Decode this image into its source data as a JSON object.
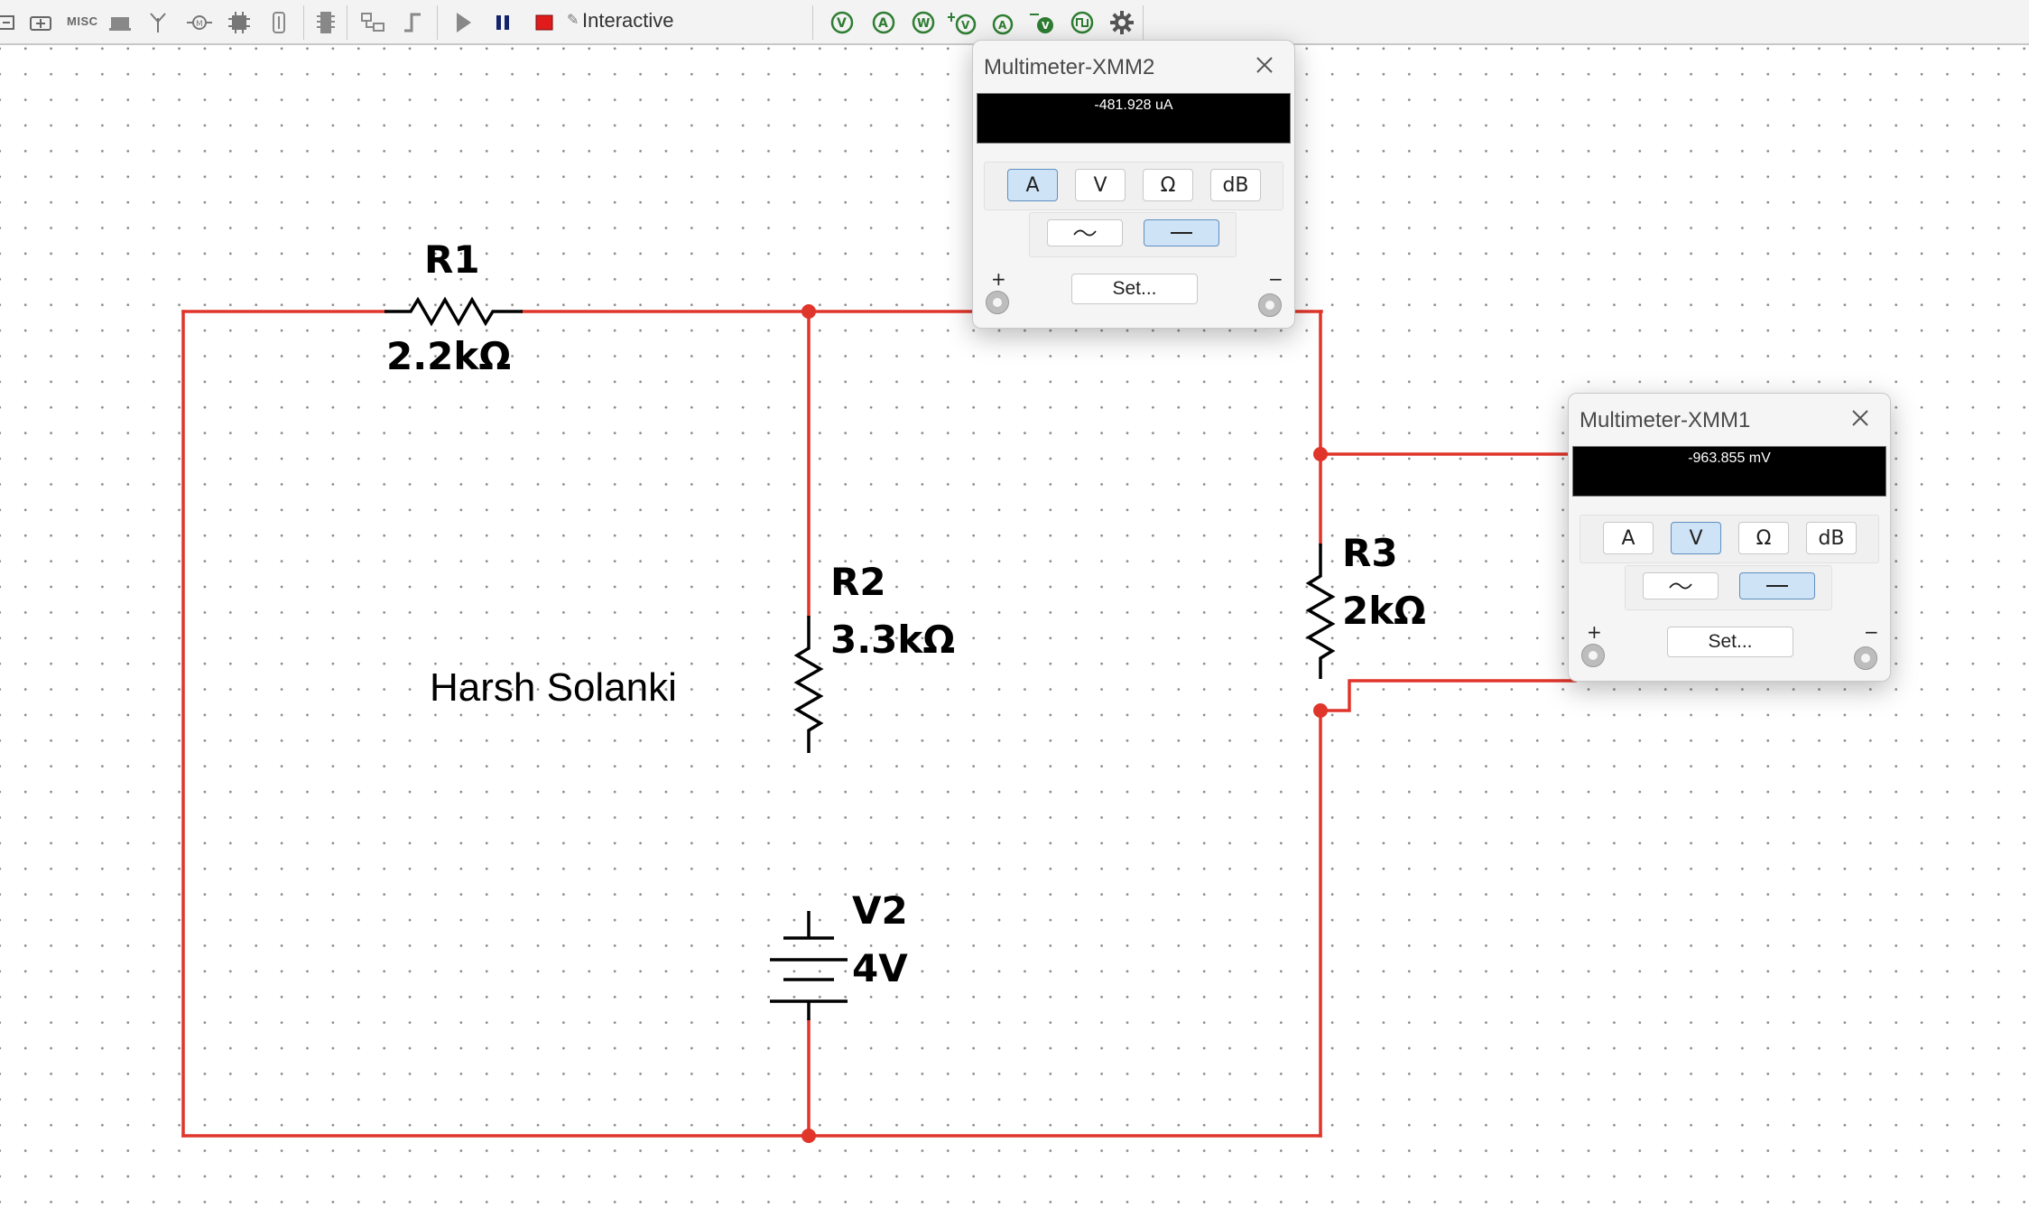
{
  "toolbar": {
    "misc_label": "MISC",
    "interactive_label": "Interactive",
    "probes": [
      "V",
      "A",
      "W",
      "V",
      "A",
      "",
      "V",
      ""
    ]
  },
  "circuit": {
    "author": "Harsh Solanki",
    "wire_color": "#e0352b",
    "components": {
      "r1": {
        "name": "R1",
        "value": "2.2kΩ"
      },
      "r2": {
        "name": "R2",
        "value": "3.3kΩ"
      },
      "r3": {
        "name": "R3",
        "value": "2kΩ"
      },
      "v2": {
        "name": "V2",
        "value": "4V"
      }
    }
  },
  "multimeters": {
    "xmm2": {
      "title": "Multimeter-XMM2",
      "reading": "-481.928 uA",
      "modes": [
        "A",
        "V",
        "Ω",
        "dB"
      ],
      "active_mode": "A",
      "signal": "DC",
      "set_label": "Set...",
      "plus": "+",
      "minus": "−"
    },
    "xmm1": {
      "title": "Multimeter-XMM1",
      "reading": "-963.855 mV",
      "modes": [
        "A",
        "V",
        "Ω",
        "dB"
      ],
      "active_mode": "V",
      "signal": "DC",
      "set_label": "Set...",
      "plus": "+",
      "minus": "−"
    }
  }
}
